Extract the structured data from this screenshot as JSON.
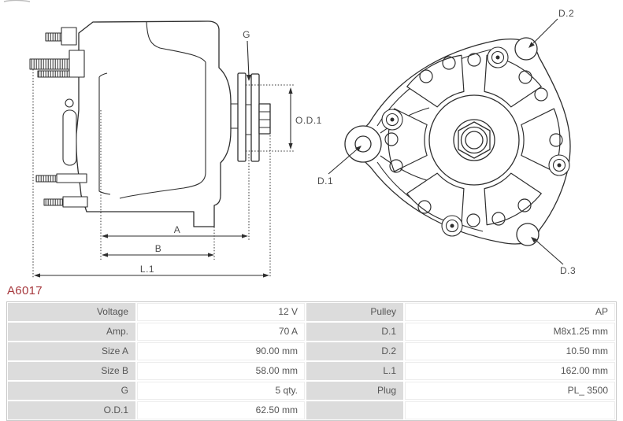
{
  "part_number": "A6017",
  "diagram": {
    "labels": {
      "g": "G",
      "od1": "O.D.1",
      "a": "A",
      "b": "B",
      "l1": "L.1",
      "d1": "D.1",
      "d2": "D.2",
      "d3": "D.3"
    }
  },
  "specs": {
    "rows": [
      {
        "label": "Voltage",
        "value": "12 V",
        "label2": "Pulley",
        "value2": "AP"
      },
      {
        "label": "Amp.",
        "value": "70 A",
        "label2": "D.1",
        "value2": "M8x1.25 mm"
      },
      {
        "label": "Size A",
        "value": "90.00 mm",
        "label2": "D.2",
        "value2": "10.50 mm"
      },
      {
        "label": "Size B",
        "value": "58.00 mm",
        "label2": "L.1",
        "value2": "162.00 mm"
      },
      {
        "label": "G",
        "value": "5 qty.",
        "label2": "Plug",
        "value2": "PL_ 3500"
      },
      {
        "label": "O.D.1",
        "value": "62.50 mm",
        "label2": "",
        "value2": ""
      }
    ]
  },
  "colors": {
    "accent_red": "#a6373c",
    "line": "#2e2e2e",
    "label_cell_bg": "#dcdcdc",
    "table_text": "#555555"
  }
}
